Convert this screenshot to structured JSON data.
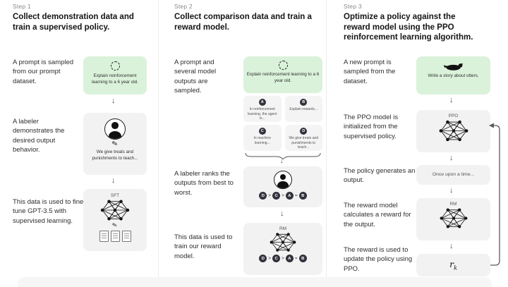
{
  "colors": {
    "green_box": "#daf2da",
    "gray_box": "#f2f2f2",
    "dark_circle": "#33333e",
    "divider": "#ececec"
  },
  "columns": [
    {
      "step_label": "Step 1",
      "heading": "Collect demonstration data and train a supervised policy.",
      "row1_text": "A prompt is sampled from our prompt dataset.",
      "prompt_caption": "Explain reinforcement learning to a 6 year old.",
      "row2_text": "A labeler demonstrates the desired output behavior.",
      "labeler_caption": "We give treats and punishments to teach...",
      "row3_text": "This data is used to fine-tune GPT-3.5 with supervised learning.",
      "model_label": "SFT"
    },
    {
      "step_label": "Step 2",
      "heading": "Collect comparison data and train a reward model.",
      "row1_text": "A prompt and several model outputs are sampled.",
      "prompt_caption": "Explain reinforcement learning to a 6 year old.",
      "outputs": [
        {
          "letter": "A",
          "text": "In reinforcement learning, the agent is..."
        },
        {
          "letter": "B",
          "text": "Explain rewards..."
        },
        {
          "letter": "C",
          "text": "In machine learning..."
        },
        {
          "letter": "D",
          "text": "We give treats and punishments to teach..."
        }
      ],
      "row2_text": "A labeler ranks the outputs from best to worst.",
      "ranking": [
        "D",
        ">",
        "C",
        ">",
        "A",
        "=",
        "B"
      ],
      "row3_text": "This data is used to train our reward model.",
      "model_label": "RM"
    },
    {
      "step_label": "Step 3",
      "heading": "Optimize a policy against the reward model using the PPO reinforcement learning algorithm.",
      "row1_text": "A new prompt is sampled from the dataset.",
      "prompt_caption": "Write a story about otters.",
      "row2_text": "The PPO model is initialized from the supervised policy.",
      "ppo_label": "PPO",
      "row3_text": "The policy generates an output.",
      "output_caption": "Once upon a time...",
      "row4_text": "The reward model calculates a reward for the output.",
      "rm_label": "RM",
      "row5_text": "The reward is used to update the policy using PPO.",
      "reward_r": "r",
      "reward_sub": "k"
    }
  ]
}
